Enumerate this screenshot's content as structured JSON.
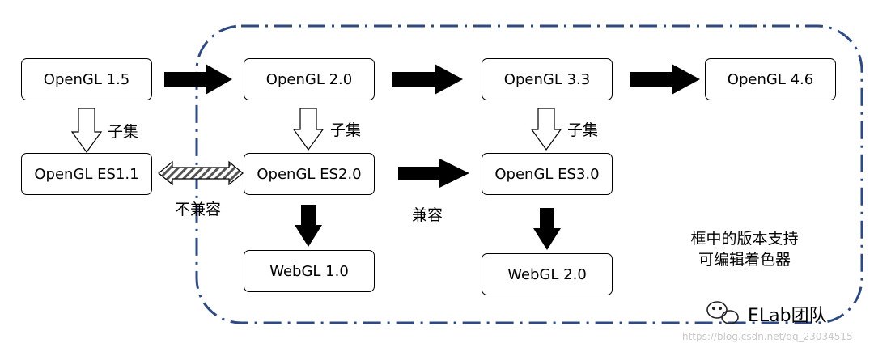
{
  "boxes": {
    "opengl_15": "OpenGL 1.5",
    "opengl_20": "OpenGL 2.0",
    "opengl_33": "OpenGL 3.3",
    "opengl_46": "OpenGL 4.6",
    "opengl_es11": "OpenGL ES1.1",
    "opengl_es20": "OpenGL ES2.0",
    "opengl_es30": "OpenGL ES3.0",
    "webgl_10": "WebGL 1.0",
    "webgl_20": "WebGL 2.0"
  },
  "labels": {
    "subset_1": "子集",
    "subset_2": "子集",
    "subset_3": "子集",
    "incompatible": "不兼容",
    "compatible": "兼容"
  },
  "note": {
    "line1": "框中的版本支持",
    "line2": "可编辑着色器"
  },
  "watermark": {
    "team": "ELab团队",
    "url": "https://blog.csdn.net/qq_23034515"
  },
  "colors": {
    "frame": "#2f4a80",
    "arrow": "#000000"
  }
}
